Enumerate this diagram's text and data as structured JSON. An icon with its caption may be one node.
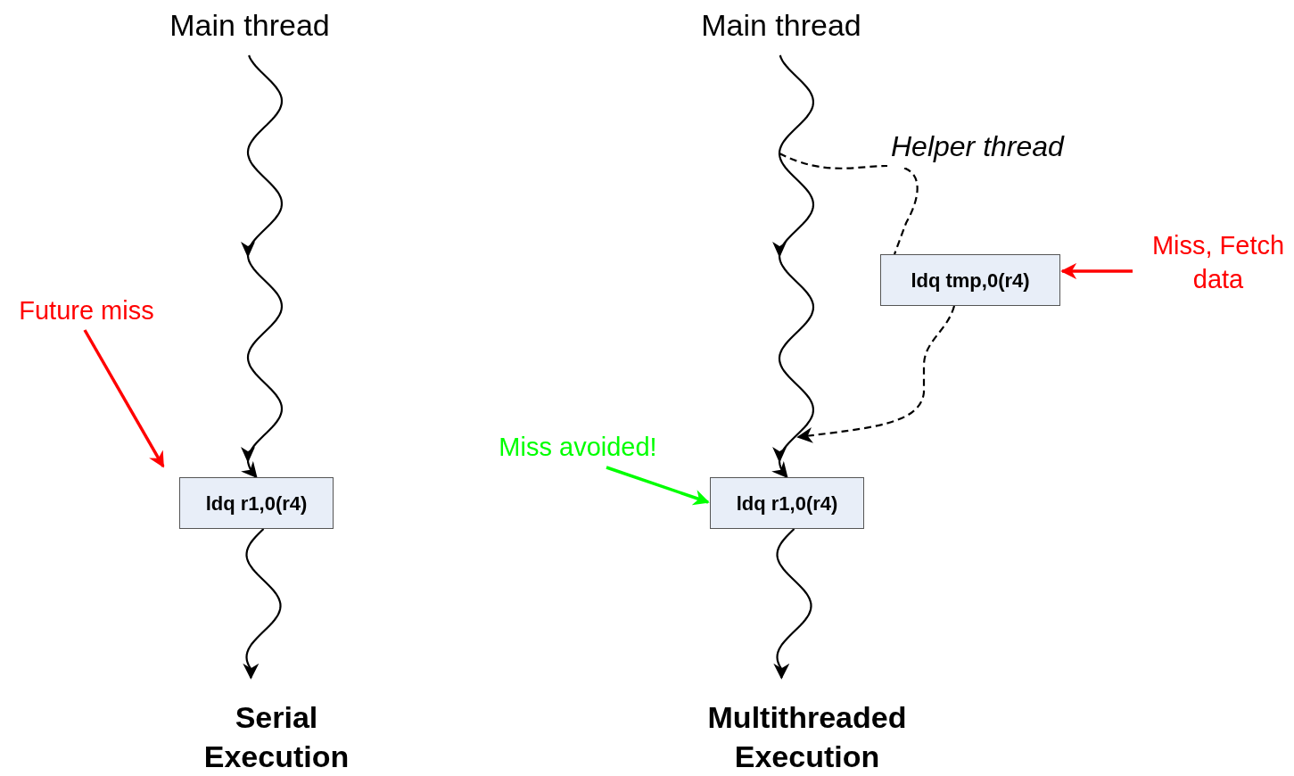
{
  "diagram": {
    "nodes": [
      {
        "text": [
          "Main thread"
        ]
      },
      {
        "text": [
          "ldq r1,0(r4)"
        ]
      },
      {
        "text": [
          "Serial Execution"
        ]
      },
      {
        "text": [
          "Future miss"
        ]
      },
      {
        "text": [
          "Main thread"
        ]
      },
      {
        "text": [
          "ldq tmp,0(r4)"
        ]
      },
      {
        "text": [
          "Miss, Fetch data"
        ]
      },
      {
        "text": [
          "Miss avoided!"
        ]
      },
      {
        "text": [
          "ldq r1,0(r4)"
        ]
      },
      {
        "text": [
          "Multithreaded Execution"
        ]
      }
    ],
    "edges": [
      {
        "from": 0,
        "to": 1,
        "arrow": "to"
      },
      {
        "from": 1,
        "to": 2,
        "arrow": "to"
      },
      {
        "from": 3,
        "to": 1,
        "arrow": "to",
        "color": "#ff0000"
      },
      {
        "from": 4,
        "to": 8,
        "arrow": "to"
      },
      {
        "from": 8,
        "to": 9,
        "arrow": "to"
      },
      {
        "from": null,
        "to": 5,
        "arrow": "none",
        "style": "dashed",
        "label": "Helper thread"
      },
      {
        "from": 5,
        "to": null,
        "arrow": "to",
        "style": "dashed"
      },
      {
        "from": 6,
        "to": 5,
        "arrow": "to",
        "color": "#ff0000"
      },
      {
        "from": 7,
        "to": 8,
        "arrow": "to",
        "color": "#00ff00"
      }
    ]
  }
}
